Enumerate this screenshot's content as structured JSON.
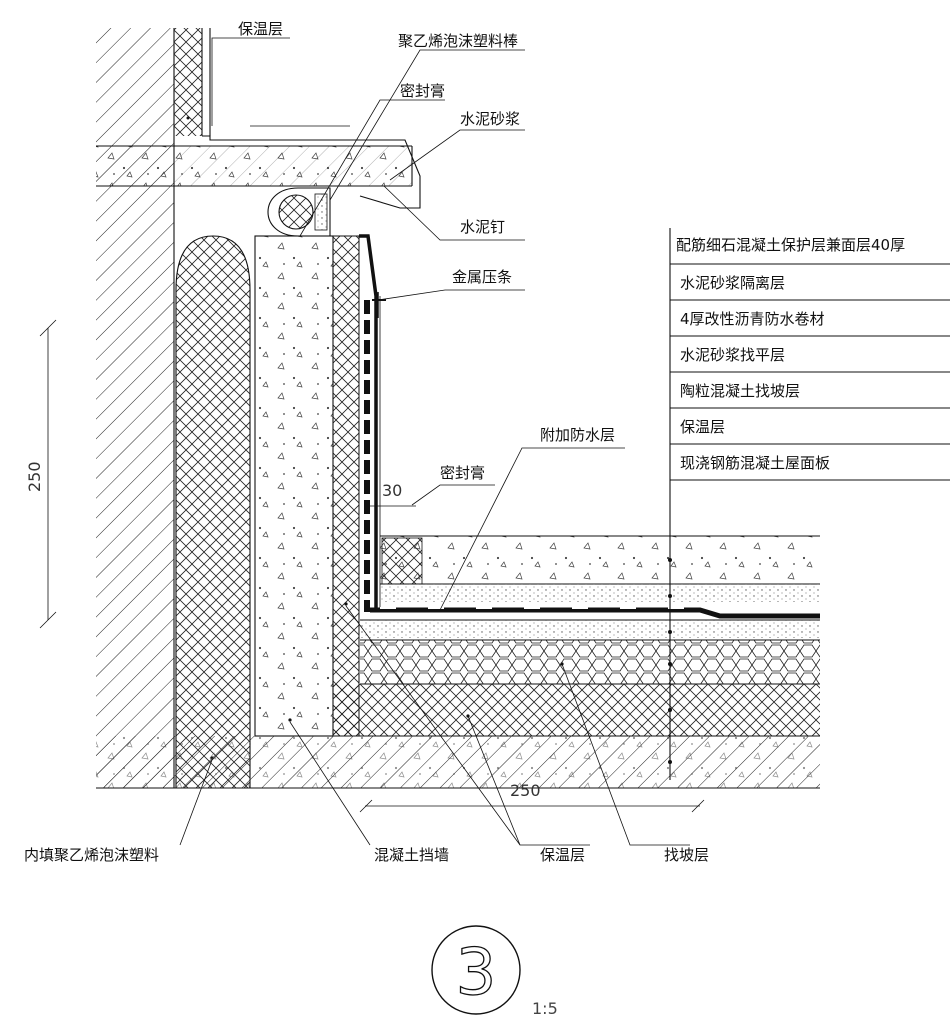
{
  "labels": {
    "insulation_top": "保温层",
    "pe_foam_rod": "聚乙烯泡沫塑料棒",
    "sealant_top": "密封膏",
    "cement_mortar": "水泥砂浆",
    "cement_nail": "水泥钉",
    "metal_strip": "金属压条",
    "additional_waterproof": "附加防水层",
    "sealant_mid": "密封膏",
    "infill_pe_foam": "内填聚乙烯泡沫塑料",
    "concrete_retaining_wall": "混凝土挡墙",
    "insulation_bottom": "保温层",
    "slope_layer": "找坡层"
  },
  "layers": [
    "配筋细石混凝土保护层兼面层40厚",
    "水泥砂浆隔离层",
    "4厚改性沥青防水卷材",
    "水泥砂浆找平层",
    "陶粒混凝土找坡层",
    "保温层",
    "现浇钢筋混凝土屋面板"
  ],
  "dimensions": {
    "vertical": "250",
    "horizontal": "250",
    "gap": "30"
  },
  "detail": {
    "number": "3",
    "scale": "1:5"
  }
}
